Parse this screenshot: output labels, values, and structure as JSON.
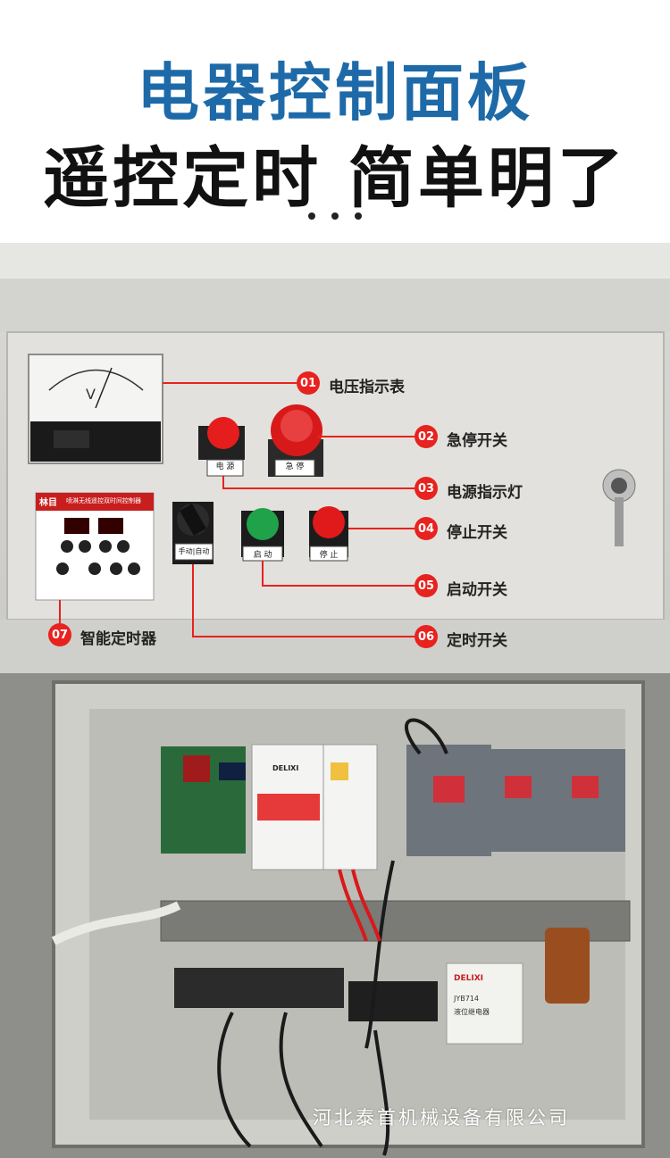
{
  "header": {
    "title": "电器控制面板",
    "subtitle": "遥控定时 简单明了"
  },
  "callouts": [
    {
      "num": "01",
      "label": "电压指示表"
    },
    {
      "num": "02",
      "label": "急停开关"
    },
    {
      "num": "03",
      "label": "电源指示灯"
    },
    {
      "num": "04",
      "label": "停止开关"
    },
    {
      "num": "05",
      "label": "启动开关"
    },
    {
      "num": "06",
      "label": "定时开关"
    },
    {
      "num": "07",
      "label": "智能定时器"
    }
  ],
  "panel": {
    "voltmeter_unit": "V",
    "button_labels": {
      "power": "电 源",
      "emergency": "急 停",
      "selector": "手动|自动",
      "start": "启 动",
      "stop": "停 止"
    },
    "timer_brand": "林目",
    "timer_title": "喷淋无线遥控双时间控制器"
  },
  "cabinet": {
    "breaker_brand": "DELIXI",
    "relay_brand": "DELIXI",
    "relay_model": "JYB714",
    "relay_name": "液位继电器"
  },
  "watermark": "河北泰首机械设备有限公司",
  "colors": {
    "title_blue": "#1e6aa8",
    "callout_red": "#e8221e"
  }
}
